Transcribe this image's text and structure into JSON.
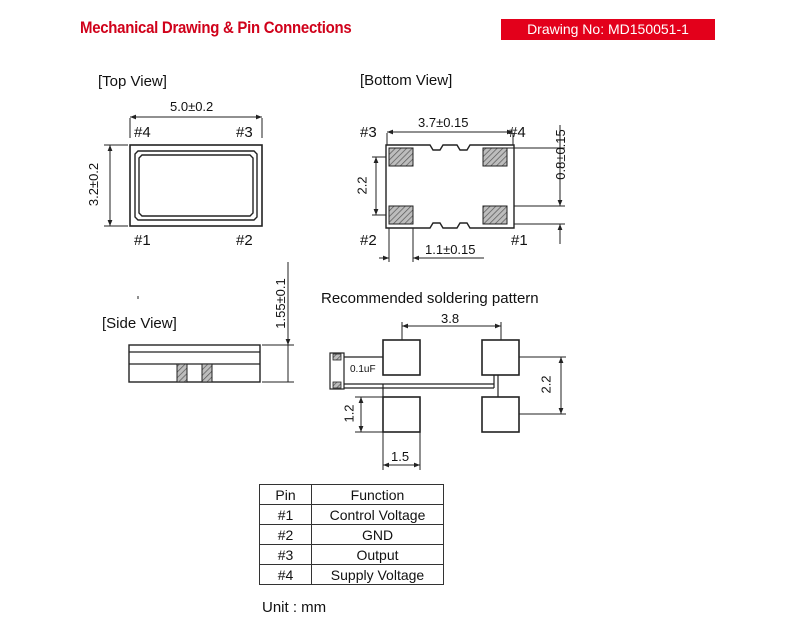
{
  "header": {
    "title": "Mechanical Drawing & Pin Connections",
    "drawing_no": "Drawing No: MD150051-1"
  },
  "top_view": {
    "label": "[Top View]",
    "width_dim": "5.0±0.2",
    "height_dim": "3.2±0.2",
    "pins": [
      "#4",
      "#3",
      "#1",
      "#2"
    ]
  },
  "bottom_view": {
    "label": "[Bottom View]",
    "pad_spacing_dim": "3.7±0.15",
    "pad_height_dim": "0.8±0.15",
    "pad_pitch_dim": "2.2",
    "pad_width_dim": "1.1±0.15",
    "pins": [
      "#3",
      "#4",
      "#2",
      "#1"
    ]
  },
  "side_view": {
    "label": "[Side View]",
    "height_dim": "1.55±0.1"
  },
  "soldering": {
    "label": "Recommended soldering pattern",
    "width_dim": "3.8",
    "height_dim": "2.2",
    "pad_height_dim": "1.2",
    "pad_width_dim": "1.5",
    "capacitor": "0.1uF"
  },
  "pin_table": {
    "headers": [
      "Pin",
      "Function"
    ],
    "rows": [
      {
        "pin": "#1",
        "function": "Control Voltage"
      },
      {
        "pin": "#2",
        "function": "GND"
      },
      {
        "pin": "#3",
        "function": "Output"
      },
      {
        "pin": "#4",
        "function": "Supply Voltage"
      }
    ]
  },
  "unit": "Unit : mm",
  "colors": {
    "accent": "#e3001b",
    "title_red": "#d0021b",
    "pad_fill": "#8a8a8a"
  }
}
